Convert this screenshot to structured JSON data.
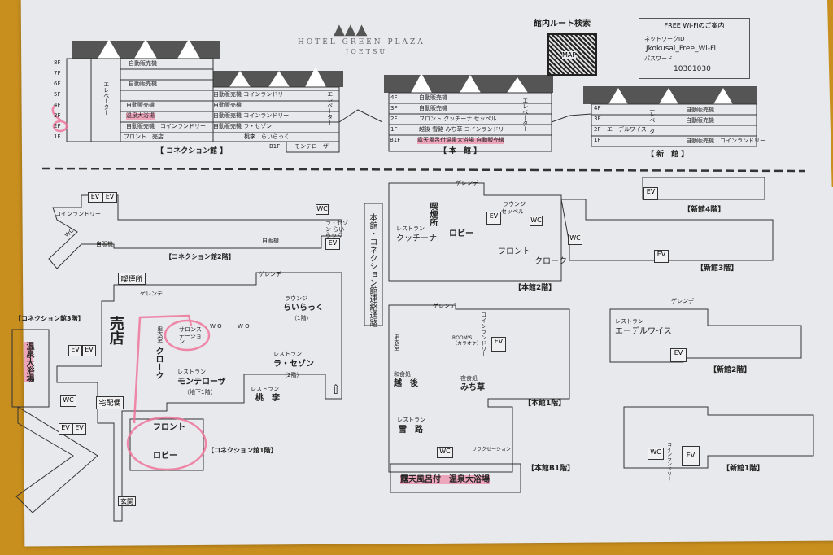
{
  "header": {
    "logo_text": "HOTEL GREEN PLAZA",
    "logo_sub": "JOETSU",
    "route_title": "館内ルート検索",
    "qr_label": "MAP"
  },
  "wifi": {
    "title": "FREE Wi-Fiのご案内",
    "network_label": "ネットワークID",
    "network": "Jkokusai_Free_Wi-Fi",
    "password_label": "パスワード",
    "password": "10301030"
  },
  "elevation": {
    "connection": {
      "caption": "【 コネクション館 】",
      "floors": [
        "8F",
        "7F",
        "6F",
        "5F",
        "4F",
        "3F",
        "2F",
        "1F"
      ],
      "elevator": "エレベーター",
      "left_rows": {
        "8F": "自動販売機",
        "6F": "自動販売機",
        "4F": "自動販売機",
        "3F": "温泉大浴場",
        "2F": "自動販売機　コインランドリー",
        "1F": "フロント　売店"
      },
      "right_rows": {
        "5F": "自動販売機 コインランドリー",
        "4F": "自動販売機",
        "3F": "自動販売機 コインランドリー",
        "2F": "自動販売機 ラ・セゾン",
        "1F": "桃李　らいらっく"
      },
      "b1f_label": "B1F",
      "b1f": "モンテローザ"
    },
    "honkan": {
      "caption": "【 本　館 】",
      "floors": [
        "4F",
        "3F",
        "2F",
        "1F",
        "B1F"
      ],
      "rows": [
        "自動販売機",
        "自動販売機",
        "フロント クッチーナ セッペル",
        "越後 雪路 みち草 コインランドリー",
        "露天風呂付温泉大浴場 自動販売機"
      ]
    },
    "shinkan": {
      "caption": "【 新　館 】",
      "floors": [
        "4F",
        "3F",
        "2F",
        "1F"
      ],
      "rows": {
        "4F": "自動販売機",
        "3F": "自動販売機",
        "2F": "エーデルワイス",
        "1F": "自動販売機　コインランドリー"
      }
    }
  },
  "plans": {
    "passage": "本館・コネクション館連絡通路",
    "conn2": {
      "caption": "【コネクション館2階】",
      "ev": "EV",
      "wc": "WC",
      "laundry": "コインランドリー",
      "vending": "自販機",
      "lasaison": "ラ・セゾン らいらっく"
    },
    "conn3": {
      "caption": "【コネクション館3階】",
      "bath": "温泉大浴場"
    },
    "conn1": {
      "caption": "【コネクション館1階】",
      "smoking": "喫煙所",
      "slope": "ゲレンデ",
      "shop": "売店",
      "changing": "更衣室",
      "salon": "サロンステーション",
      "cloak": "クローク",
      "wo": "W O",
      "lounge_type": "ラウンジ",
      "lounge": "らいらっく",
      "lounge_floor": "（1階）",
      "rest": "レストラン",
      "lasaison": "ラ・セゾン",
      "lasaison_floor": "（2階）",
      "monterosa": "モンテローザ",
      "monterosa_floor": "（地下1階）",
      "touri": "桃　李",
      "delivery": "宅配便",
      "wc": "WC",
      "ev": "EV",
      "front": "フロント",
      "lobby": "ロビー",
      "entrance": "玄関"
    },
    "honkan2": {
      "caption": "【本館2階】",
      "slope": "ゲレンデ",
      "smoking": "喫煙所",
      "rest": "レストラン",
      "cucina": "クッチーナ",
      "lobby": "ロビー",
      "lounge_type": "ラウンジ",
      "seppel": "セッペル",
      "ev": "EV",
      "wc": "WC",
      "front": "フロント",
      "cloak": "クローク"
    },
    "honkan1": {
      "caption": "【本館1階】",
      "slope": "ゲレンデ",
      "laundry": "コインランドリー",
      "rooms": "ROOM'S（カラオケ）",
      "ev": "EV",
      "changing": "更衣室",
      "washoku": "和食処",
      "echigo": "越　後",
      "yashoku": "夜食処",
      "michikusa": "みち草"
    },
    "honkanb1": {
      "caption": "【本館B1階】",
      "rest": "レストラン",
      "yukiji": "雪　路",
      "wc": "WC",
      "relax": "リラクゼーション",
      "bath": "露天風呂付　温泉大浴場"
    },
    "shinkan4": {
      "caption": "【新館4階】",
      "ev": "EV"
    },
    "shinkan3": {
      "caption": "【新館3階】",
      "ev": "EV"
    },
    "shinkan2": {
      "caption": "【新館2階】",
      "slope": "ゲレンデ",
      "rest": "レストラン",
      "edelweiss": "エーデルワイス",
      "ev": "EV"
    },
    "shinkan1": {
      "caption": "【新館1階】",
      "wc": "WC",
      "laundry": "コインランドリー",
      "ev": "EV"
    }
  },
  "colors": {
    "paper": "#e8e9ec",
    "wood": "#c98f1e",
    "roof": "#555555",
    "highlighter": "#f06e96"
  }
}
